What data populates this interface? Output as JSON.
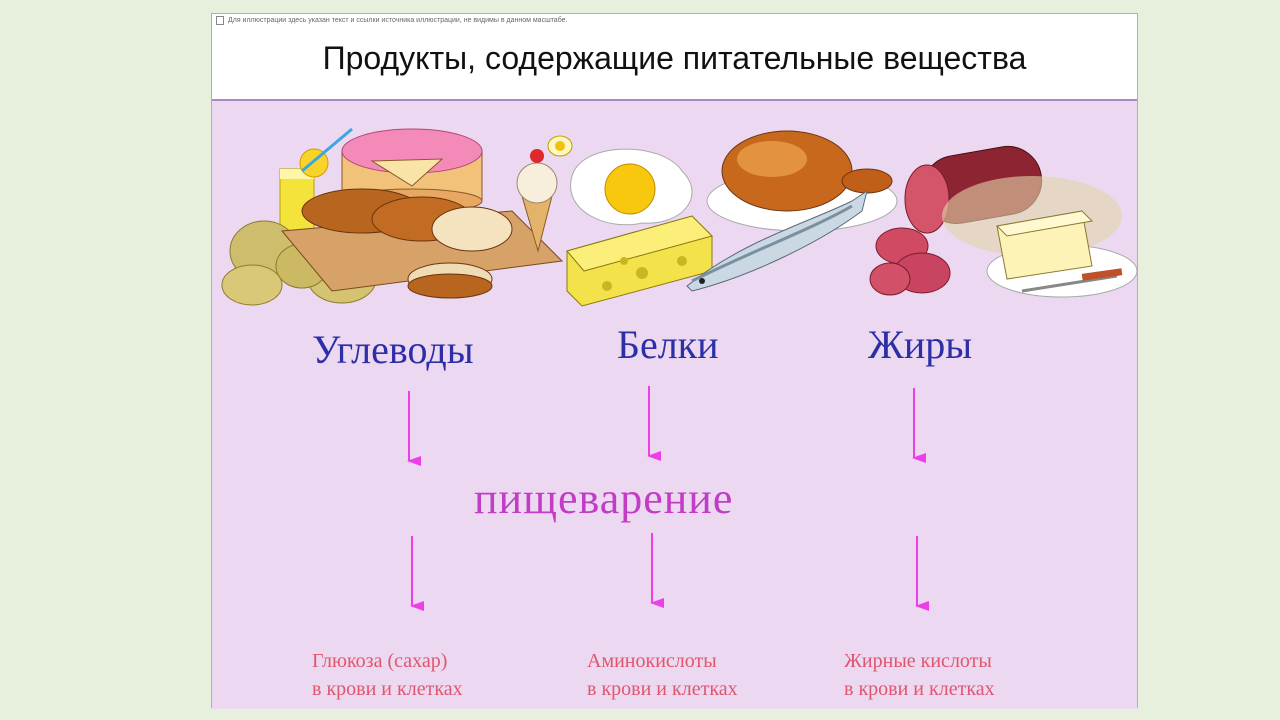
{
  "header": {
    "tiny_text": "Для иллюстрации здесь указан текст и ссылки источника иллюстрации, не видимы в данном масштабе.",
    "title": "Продукты, содержащие питательные вещества"
  },
  "groups": [
    {
      "label": "Углеводы",
      "result_line1": "Глюкоза (сахар)",
      "result_line2": "в крови и клетках"
    },
    {
      "label": "Белки",
      "result_line1": "Аминокислоты",
      "result_line2": "в крови и клетках"
    },
    {
      "label": "Жиры",
      "result_line1": "Жирные кислоты",
      "result_line2": "в крови и клетках"
    }
  ],
  "process_label": "пищеварение",
  "colors": {
    "background": "#e6f0dd",
    "panel": "#ecd8f0",
    "label": "#2d2fa6",
    "process": "#c23cc6",
    "result": "#e0566e",
    "arrow": "#ee3ee8"
  },
  "icons": [
    "lemonade-icon",
    "cake-icon",
    "bread-icon",
    "potatoes-icon",
    "ice-cream-icon",
    "egg-icon",
    "cheese-icon",
    "roast-chicken-icon",
    "fish-icon",
    "sausage-icon",
    "butter-icon"
  ]
}
